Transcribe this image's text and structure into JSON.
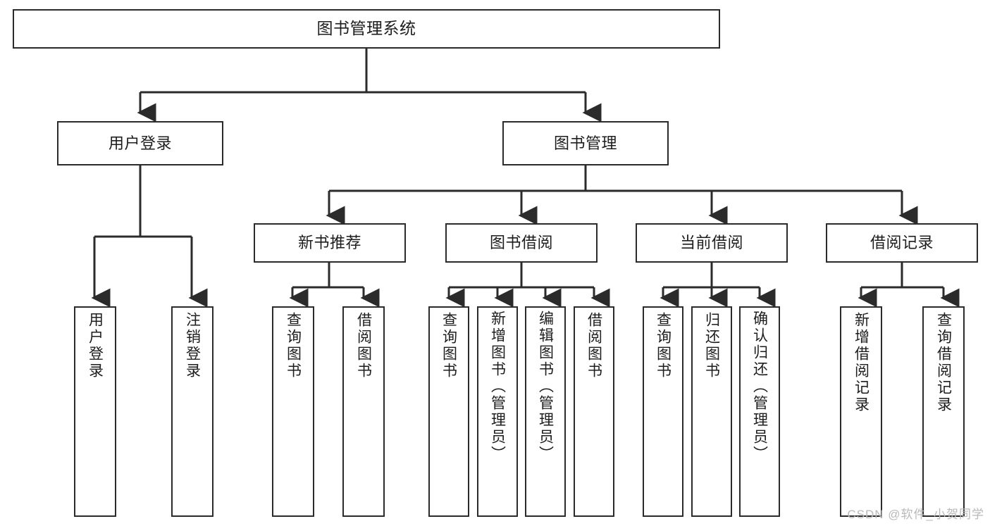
{
  "diagram": {
    "title": "图书管理系统",
    "type": "hierarchy-tree",
    "watermark": "CSDN @软件_小贺同学",
    "colors": {
      "box_border": "#2b2b2b",
      "box_fill": "#ffffff",
      "connector": "#2b2b2b",
      "text": "#1d1d1d",
      "watermark": "#b9b9b9"
    },
    "levels": {
      "root": "图书管理系统",
      "level2": [
        "用户登录",
        "图书管理"
      ],
      "level3": [
        "新书推荐",
        "图书借阅",
        "当前借阅",
        "借阅记录"
      ]
    },
    "nodes": {
      "root": {
        "label": "图书管理系统",
        "orientation": "horizontal"
      },
      "user_login": {
        "label": "用户登录",
        "orientation": "horizontal"
      },
      "book_manage": {
        "label": "图书管理",
        "orientation": "horizontal"
      },
      "new_book_rec": {
        "label": "新书推荐",
        "orientation": "horizontal"
      },
      "book_borrow": {
        "label": "图书借阅",
        "orientation": "horizontal"
      },
      "current_borrow": {
        "label": "当前借阅",
        "orientation": "horizontal"
      },
      "borrow_record": {
        "label": "借阅记录",
        "orientation": "horizontal"
      },
      "leaf_user_login": {
        "label": "用户登录",
        "orientation": "vertical"
      },
      "leaf_logout": {
        "label": "注销登录",
        "orientation": "vertical"
      },
      "leaf_query_book_1": {
        "label": "查询图书",
        "orientation": "vertical"
      },
      "leaf_borrow_book_1": {
        "label": "借阅图书",
        "orientation": "vertical"
      },
      "leaf_query_book_2": {
        "label": "查询图书",
        "orientation": "vertical"
      },
      "leaf_add_book": {
        "label": "新增图书（管理员）",
        "orientation": "vertical"
      },
      "leaf_edit_book": {
        "label": "编辑图书（管理员）",
        "orientation": "vertical"
      },
      "leaf_borrow_book_2": {
        "label": "借阅图书",
        "orientation": "vertical"
      },
      "leaf_query_book_3": {
        "label": "查询图书",
        "orientation": "vertical"
      },
      "leaf_return_book": {
        "label": "归还图书",
        "orientation": "vertical"
      },
      "leaf_confirm_return": {
        "label": "确认归还（管理员）",
        "orientation": "vertical"
      },
      "leaf_add_record": {
        "label": "新增借阅记录",
        "orientation": "vertical"
      },
      "leaf_query_record": {
        "label": "查询借阅记录",
        "orientation": "vertical"
      }
    },
    "edges": [
      {
        "from": "图书管理系统",
        "to": "用户登录"
      },
      {
        "from": "图书管理系统",
        "to": "图书管理"
      },
      {
        "from": "用户登录",
        "to": "用户登录"
      },
      {
        "from": "用户登录",
        "to": "注销登录"
      },
      {
        "from": "图书管理",
        "to": "新书推荐"
      },
      {
        "from": "图书管理",
        "to": "图书借阅"
      },
      {
        "from": "图书管理",
        "to": "当前借阅"
      },
      {
        "from": "图书管理",
        "to": "借阅记录"
      },
      {
        "from": "新书推荐",
        "to": "查询图书"
      },
      {
        "from": "新书推荐",
        "to": "借阅图书"
      },
      {
        "from": "图书借阅",
        "to": "查询图书"
      },
      {
        "from": "图书借阅",
        "to": "新增图书（管理员）"
      },
      {
        "from": "图书借阅",
        "to": "编辑图书（管理员）"
      },
      {
        "from": "图书借阅",
        "to": "借阅图书"
      },
      {
        "from": "当前借阅",
        "to": "查询图书"
      },
      {
        "from": "当前借阅",
        "to": "归还图书"
      },
      {
        "from": "当前借阅",
        "to": "确认归还（管理员）"
      },
      {
        "from": "借阅记录",
        "to": "新增借阅记录"
      },
      {
        "from": "借阅记录",
        "to": "查询借阅记录"
      }
    ]
  }
}
